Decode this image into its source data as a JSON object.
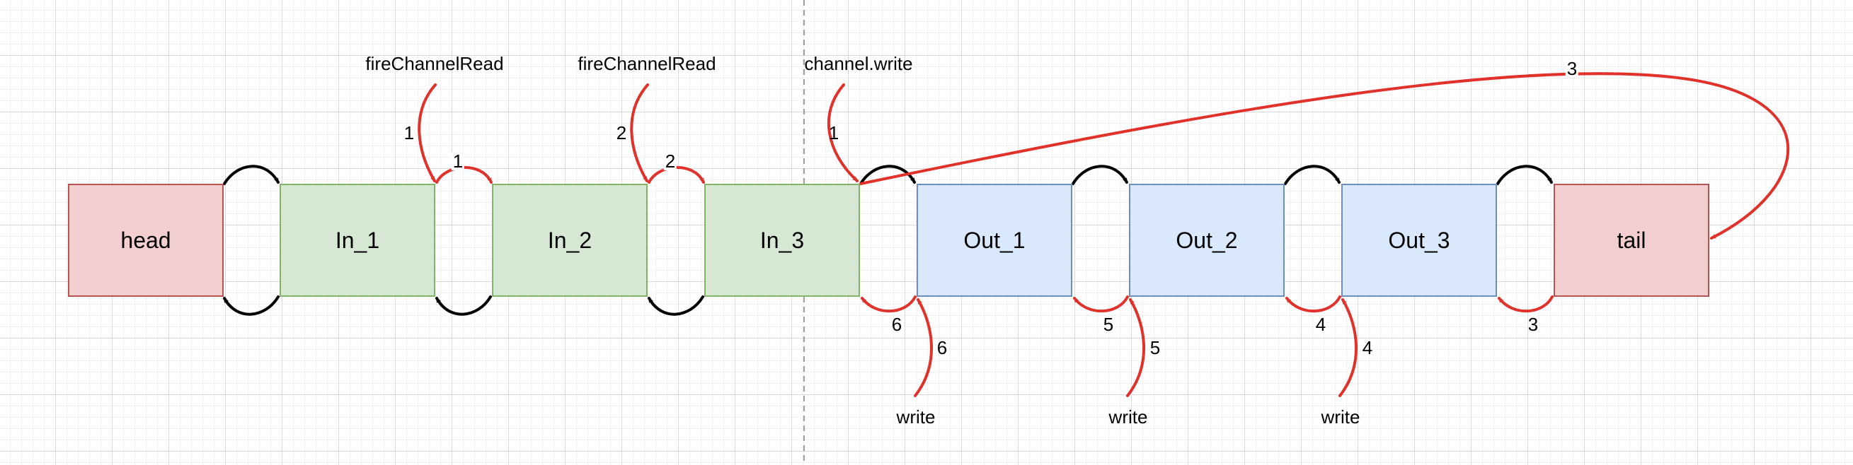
{
  "diagram": {
    "nodes": {
      "head": "head",
      "in1": "In_1",
      "in2": "In_2",
      "in3": "In_3",
      "out1": "Out_1",
      "out2": "Out_2",
      "out3": "Out_3",
      "tail": "tail"
    },
    "callers": {
      "fire_read_1": "fireChannelRead",
      "fire_read_2": "fireChannelRead",
      "channel_write": "channel.write",
      "write_1": "write",
      "write_2": "write",
      "write_3": "write"
    },
    "step_labels": {
      "fire1_in": "1",
      "fire1_pass": "1",
      "fire2_in": "2",
      "fire2_pass": "2",
      "chwrite_in": "1",
      "to_tail": "3",
      "tail_back": "3",
      "w3_in": "4",
      "w3_back": "4",
      "w2_in": "5",
      "w2_back": "5",
      "w1_in": "6",
      "w1_back": "6"
    },
    "colors": {
      "flow_arrow": "#e0312a",
      "link_arrow": "#000000",
      "head_tail_fill": "#f2cfce",
      "inbound_fill": "#d6e8d4",
      "outbound_fill": "#dae8fc"
    }
  }
}
